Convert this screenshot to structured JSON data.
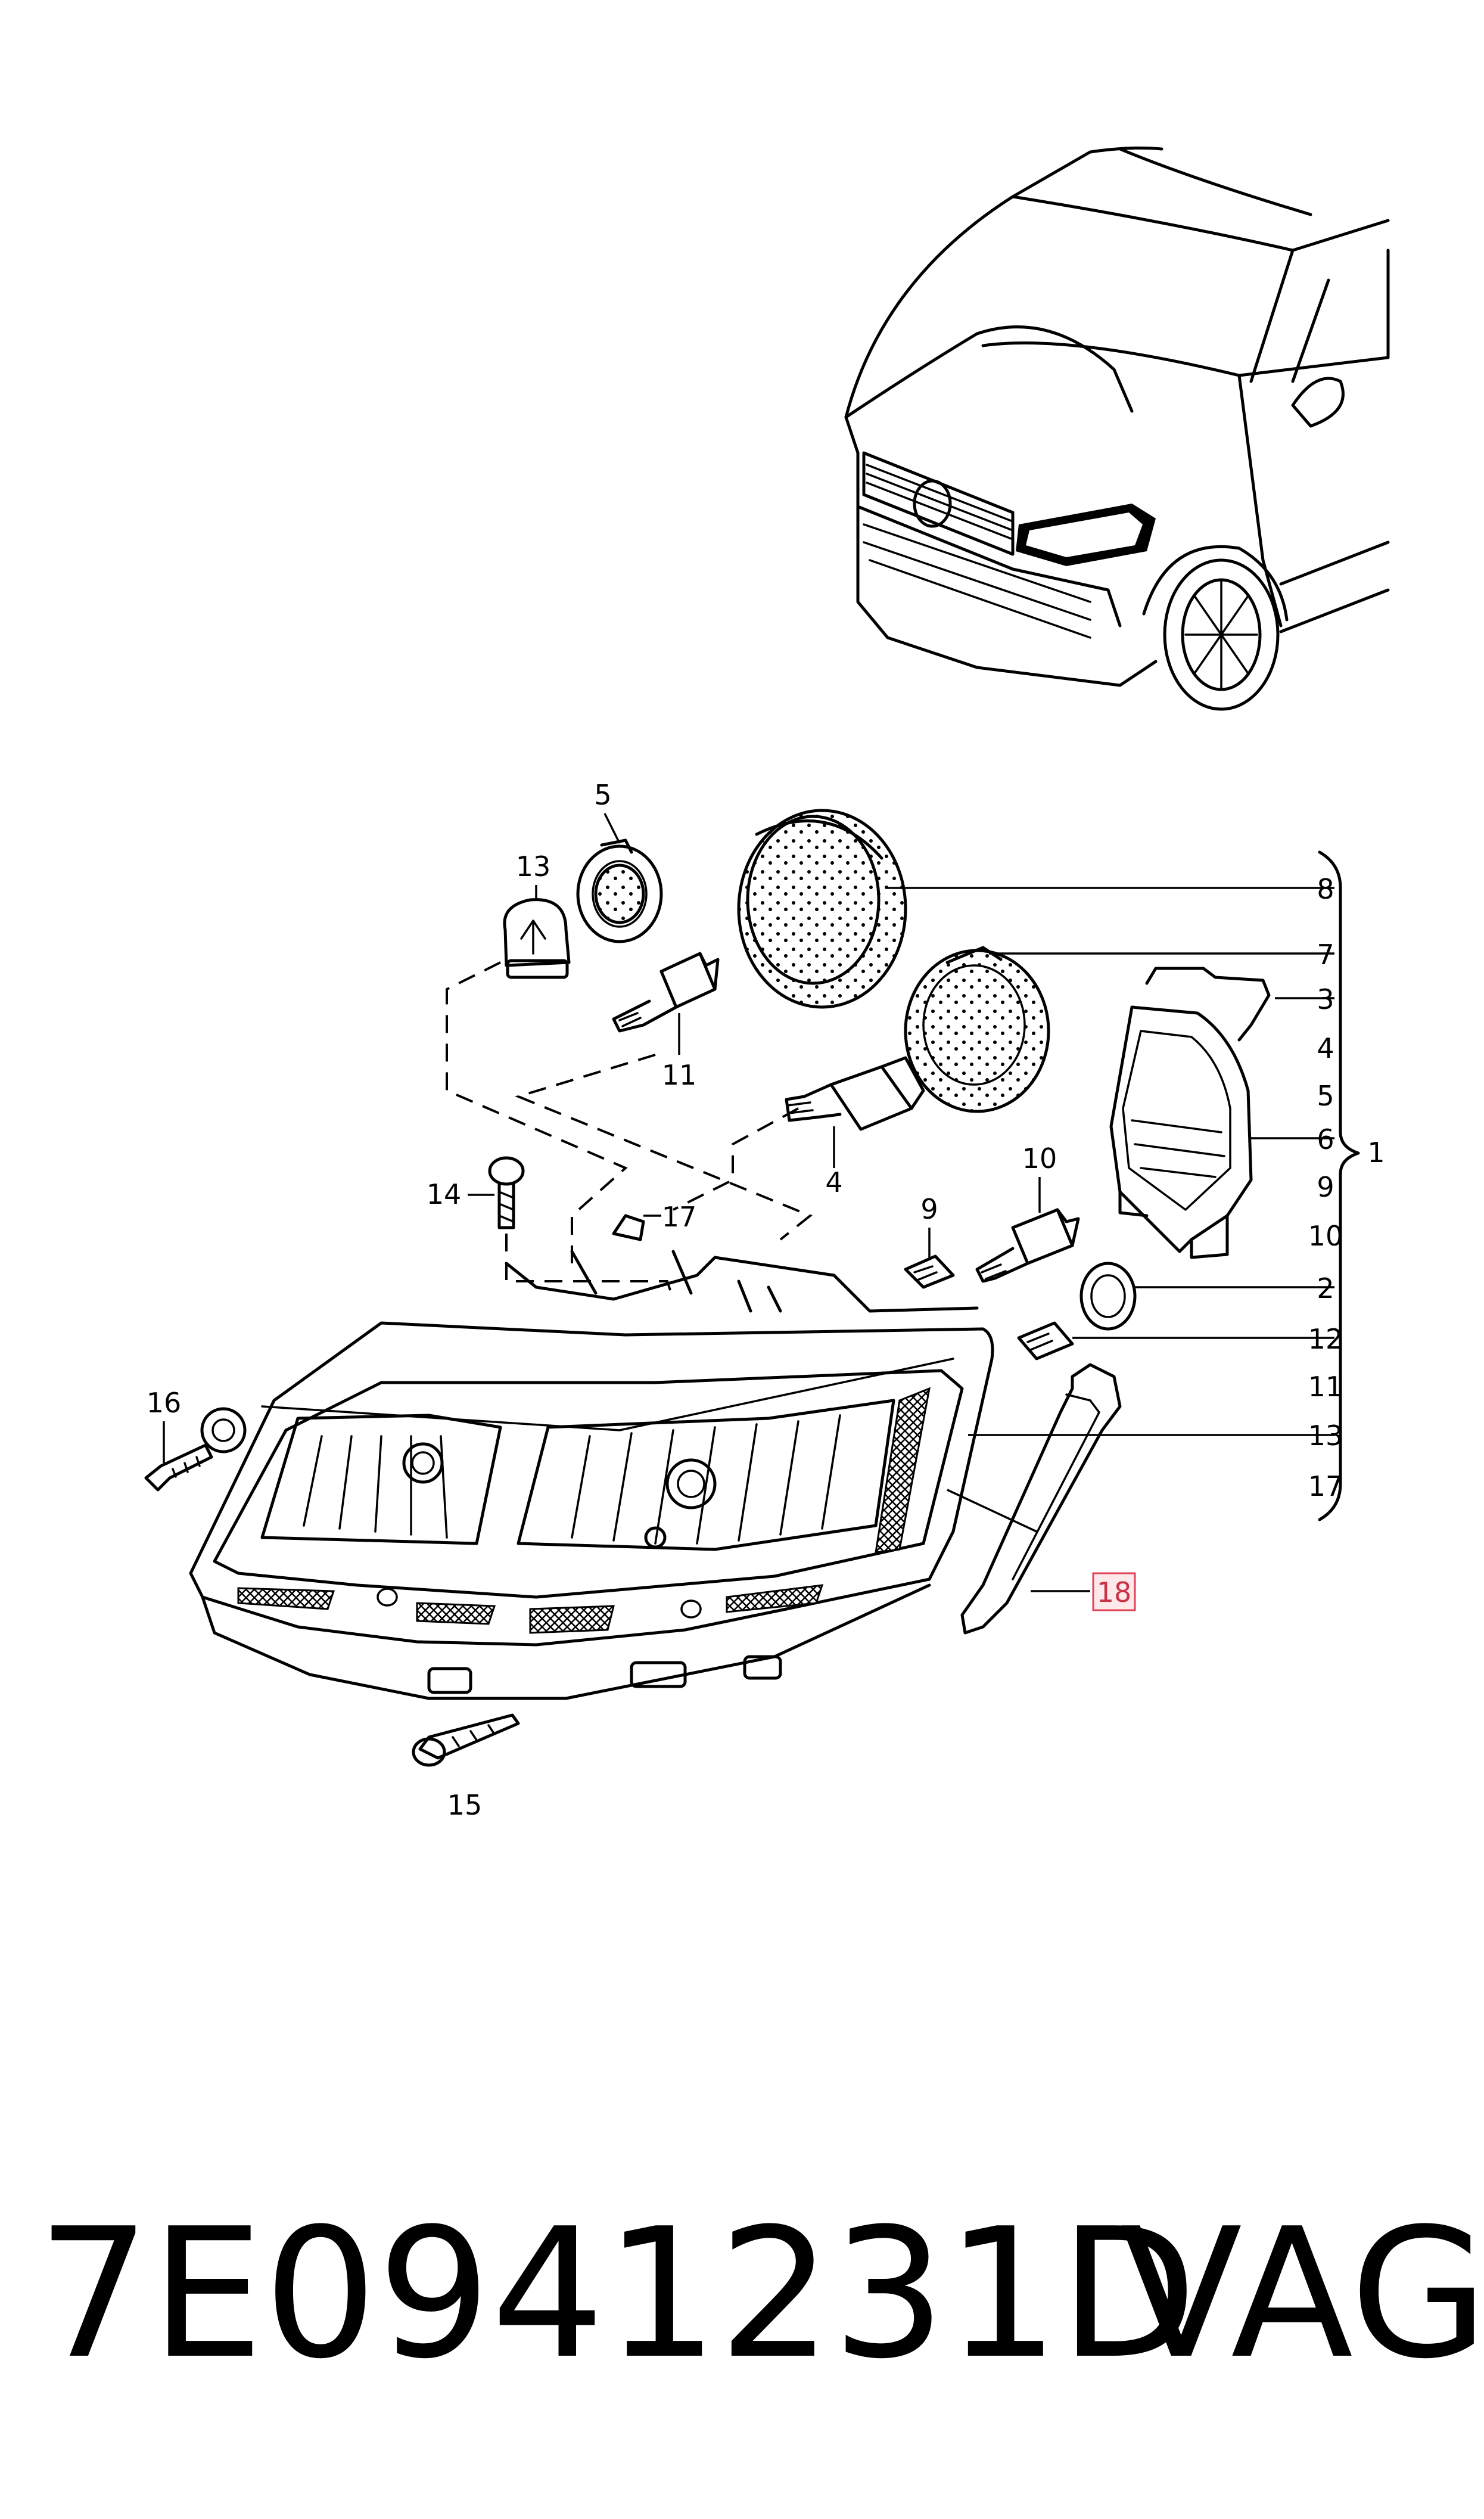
{
  "callouts": {
    "c1": "1",
    "c2": "2",
    "c3": "3",
    "c4a": "4",
    "c4b": "4",
    "c5a": "5",
    "c5b": "5",
    "c6": "6",
    "c7": "7",
    "c8": "8",
    "c9a": "9",
    "c9b": "9",
    "c10a": "10",
    "c10b": "10",
    "c11a": "11",
    "c11b": "11",
    "c12": "12",
    "c13a": "13",
    "c13b": "13",
    "c14": "14",
    "c15": "15",
    "c16": "16",
    "c17a": "17",
    "c17b": "17",
    "c18": "18"
  },
  "highlight_color": "#e0455a",
  "footer": {
    "part_number": "7E0941231D",
    "brand": "VAG"
  }
}
